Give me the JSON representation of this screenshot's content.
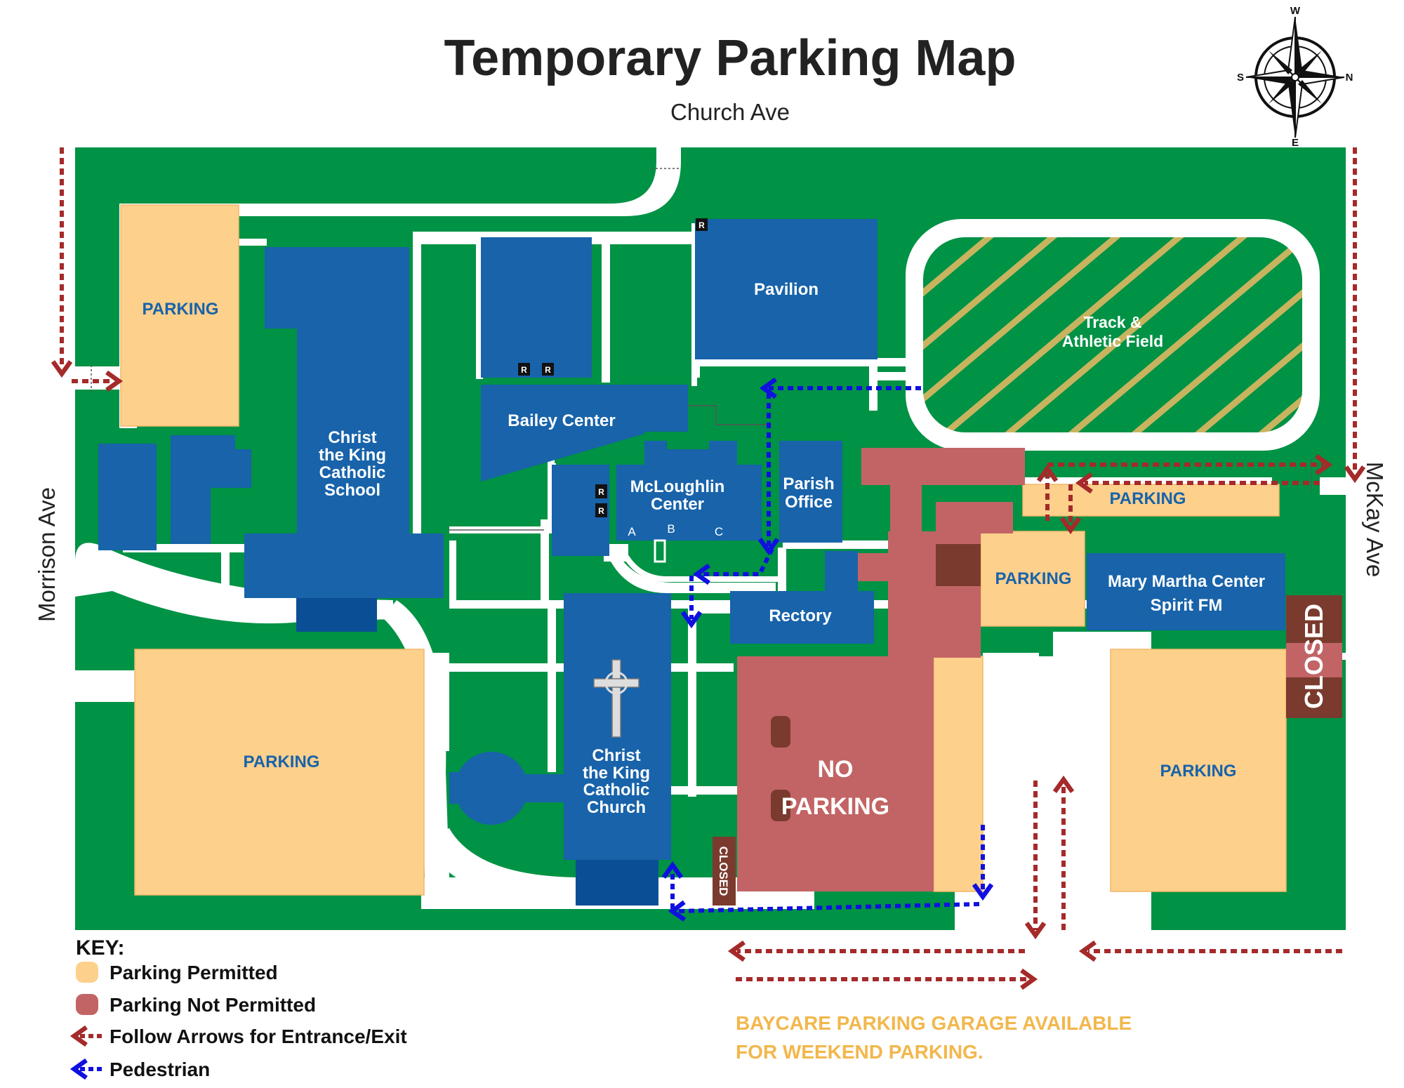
{
  "title": "Temporary Parking Map",
  "streets": {
    "top": "Church Ave",
    "left": "Morrison Ave",
    "right": "McKay Ave"
  },
  "compass": {
    "w": "W",
    "n": "N",
    "s": "S",
    "e": "E"
  },
  "buildings": {
    "school": [
      "Christ",
      "the King",
      "Catholic",
      "School"
    ],
    "pavilion": "Pavilion",
    "track": [
      "Track &",
      "Athletic Field"
    ],
    "bailey": "Bailey Center",
    "mcloughlin": [
      "McLoughlin",
      "Center"
    ],
    "parish_office": [
      "Parish",
      "Office"
    ],
    "rectory": "Rectory",
    "church": [
      "Christ",
      "the King",
      "Catholic",
      "Church"
    ],
    "mary_martha": [
      "Mary Martha Center",
      "Spirit FM"
    ],
    "doors": {
      "a": "A",
      "b": "B",
      "c": "C"
    },
    "restroom": "R"
  },
  "lots": {
    "parking": "PARKING",
    "no_parking": [
      "NO",
      "PARKING"
    ],
    "closed": "CLOSED"
  },
  "key": {
    "heading": "KEY:",
    "items": [
      {
        "label": "Parking Permitted",
        "color": "#fdd08c"
      },
      {
        "label": "Parking Not Permitted",
        "color": "#c26465"
      },
      {
        "label": "Follow Arrows for Entrance/Exit",
        "color": "#a52a2a"
      },
      {
        "label": "Pedestrian",
        "color": "#1010e0"
      }
    ]
  },
  "notice": [
    "BAYCARE PARKING GARAGE AVAILABLE",
    "FOR WEEKEND PARKING."
  ],
  "colors": {
    "grass": "#009245",
    "building": "#1863aa",
    "building_dark": "#0a4f95",
    "parking": "#fdd08c",
    "no_parking": "#c26465",
    "closed": "#7a3b2e",
    "arrow_red": "#a52a2a",
    "arrow_blue": "#1010e0",
    "notice": "#f2b74c"
  }
}
